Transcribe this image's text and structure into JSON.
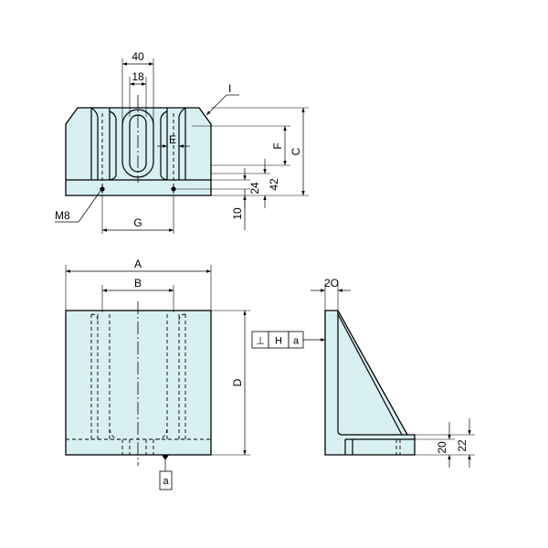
{
  "top_view": {
    "dim_40": "40",
    "dim_18": "18",
    "dim_E": "E",
    "dim_F": "F",
    "dim_C": "C",
    "dim_42": "42",
    "dim_24": "24",
    "dim_10": "10",
    "dim_G": "G",
    "thread": "M8",
    "leader_I": "I"
  },
  "front_view": {
    "dim_A": "A",
    "dim_B": "B",
    "dim_D": "D",
    "datum": "a"
  },
  "side_view": {
    "dim_20_top": "2O",
    "dim_20_bottom": "20",
    "dim_22": "22",
    "tolerance": {
      "symbol": "⊥",
      "value": "H",
      "datum": "a"
    }
  }
}
